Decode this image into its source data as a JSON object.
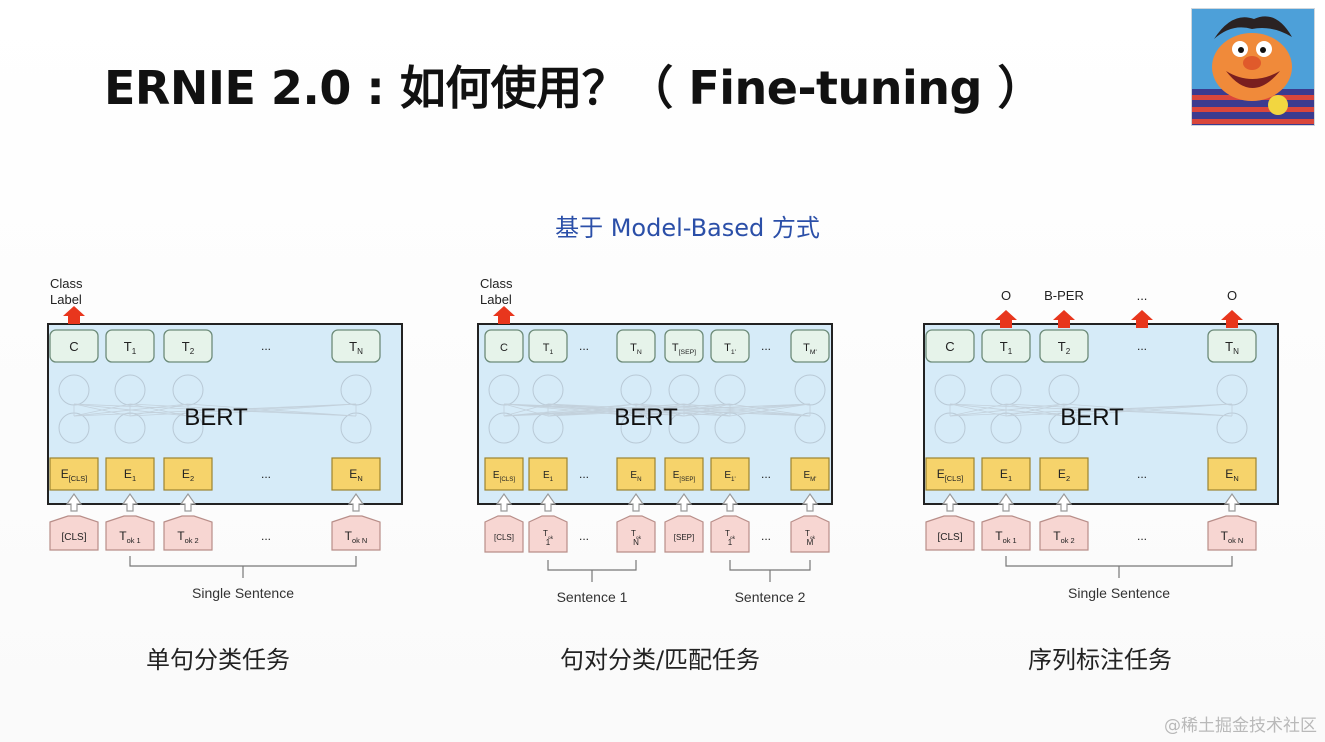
{
  "slide": {
    "title": "ERNIE 2.0 : 如何使用？（ Fine-tuning ）",
    "subtitle": "基于 Model-Based 方式",
    "watermark": "@稀土掘金技术社区"
  },
  "colors": {
    "model_box_fill": "#d6ebf8",
    "output_token_fill": "#e6f3ea",
    "embedding_fill": "#f6d36b",
    "input_token_fill": "#f7d6d2",
    "arrow_red": "#e8361d",
    "subtitle_blue": "#2b4fa8"
  },
  "panels": [
    {
      "task_label": "单句分类任务",
      "model_label": "BERT",
      "class_label": "Class\nLabel",
      "outputs": [
        "C",
        "T1",
        "T2",
        "...",
        "TN"
      ],
      "embeddings": [
        "E[CLS]",
        "E1",
        "E2",
        "...",
        "EN"
      ],
      "inputs": [
        "[CLS]",
        "Tok 1",
        "Tok 2",
        "...",
        "Tok N"
      ],
      "sentence_labels": [
        "Single Sentence"
      ]
    },
    {
      "task_label": "句对分类/匹配任务",
      "model_label": "BERT",
      "class_label": "Class\nLabel",
      "outputs": [
        "C",
        "T1",
        "...",
        "TN",
        "T[SEP]",
        "T1'",
        "...",
        "TM'"
      ],
      "embeddings": [
        "E[CLS]",
        "E1",
        "...",
        "EN",
        "E[SEP]",
        "E1'",
        "...",
        "EM'"
      ],
      "inputs": [
        "[CLS]",
        "Tok 1",
        "...",
        "Tok N",
        "[SEP]",
        "Tok 1",
        "...",
        "Tok M"
      ],
      "sentence_labels": [
        "Sentence 1",
        "Sentence 2"
      ]
    },
    {
      "task_label": "序列标注任务",
      "model_label": "BERT",
      "output_tags": [
        "O",
        "B-PER",
        "...",
        "O"
      ],
      "outputs": [
        "C",
        "T1",
        "T2",
        "...",
        "TN"
      ],
      "embeddings": [
        "E[CLS]",
        "E1",
        "E2",
        "...",
        "EN"
      ],
      "inputs": [
        "[CLS]",
        "Tok 1",
        "Tok 2",
        "...",
        "Tok N"
      ],
      "sentence_labels": [
        "Single Sentence"
      ]
    }
  ]
}
